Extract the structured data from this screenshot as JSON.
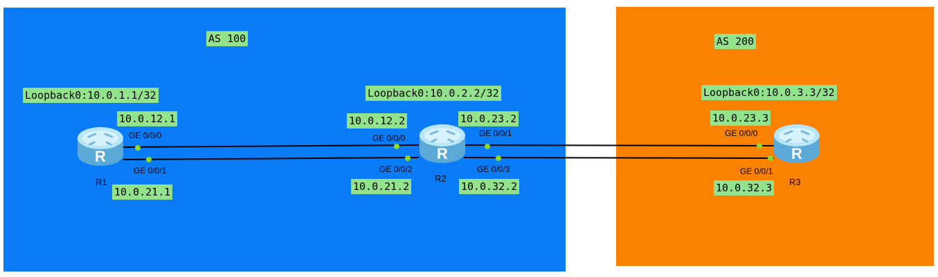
{
  "colors": {
    "as100_bg": "#0a7cf7",
    "as200_bg": "#fb8101",
    "label_bg": "#92e38b",
    "port_dot": "#8ed92a",
    "link": "#000000"
  },
  "zones": {
    "as100": {
      "label": "AS 100"
    },
    "as200": {
      "label": "AS 200"
    }
  },
  "routers": {
    "r1": {
      "name": "R1",
      "loopback": "Loopback0:10.0.1.1/32",
      "icon": "router-icon"
    },
    "r2": {
      "name": "R2",
      "loopback": "Loopback0:10.0.2.2/32",
      "icon": "router-icon"
    },
    "r3": {
      "name": "R3",
      "loopback": "Loopback0:10.0.3.3/32",
      "icon": "router-icon"
    }
  },
  "interfaces": {
    "r1_ge000": {
      "port": "GE 0/0/0",
      "ip": "10.0.12.1"
    },
    "r1_ge001": {
      "port": "GE 0/0/1",
      "ip": "10.0.21.1"
    },
    "r2_ge000": {
      "port": "GE 0/0/0",
      "ip": "10.0.12.2"
    },
    "r2_ge002": {
      "port": "GE 0/0/2",
      "ip": "10.0.21.2"
    },
    "r2_ge001": {
      "port": "GE 0/0/1",
      "ip": "10.0.23.2"
    },
    "r2_ge003": {
      "port": "GE 0/0/3",
      "ip": "10.0.32.2"
    },
    "r3_ge000": {
      "port": "GE 0/0/0",
      "ip": "10.0.23.3"
    },
    "r3_ge001": {
      "port": "GE 0/0/1",
      "ip": "10.0.32.3"
    }
  }
}
